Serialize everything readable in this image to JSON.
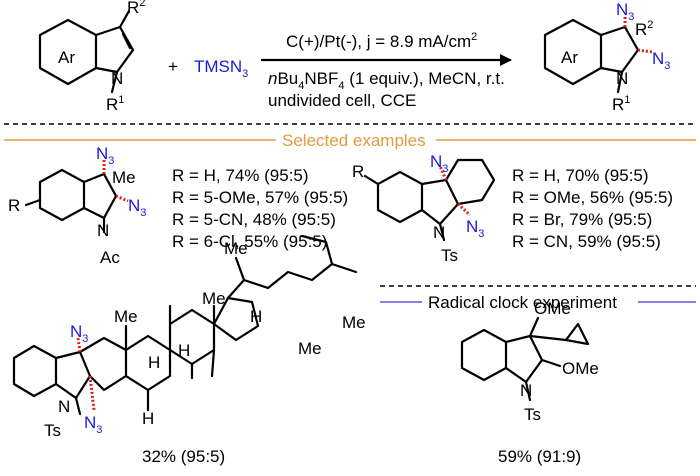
{
  "colors": {
    "azide": "#1a1ad6",
    "examples_banner": "#e69a3c",
    "radical_clock_rule": "#5a5ad6",
    "text": "#000000",
    "stereo_hash": "#e0201b"
  },
  "reaction": {
    "substrate": {
      "ring": "Ar",
      "sub_top": "R",
      "sub_top_sup": "2",
      "nitrogen": "N",
      "sub_n": "R",
      "sub_n_sup": "1"
    },
    "plus": "+",
    "reagent": "TMSN",
    "reagent_sub": "3",
    "conditions_line1": "C(+)/Pt(-), j = 8.9 mA/cm",
    "conditions_line1_sup": "2",
    "conditions_line2_italic": "n",
    "conditions_line2_a": "Bu",
    "conditions_line2_sub1": "4",
    "conditions_line2_b": "NBF",
    "conditions_line2_sub2": "4",
    "conditions_line2_c": " (1 equiv.), MeCN, r.t.",
    "conditions_line3": "undivided cell, CCE",
    "product": {
      "ring": "Ar",
      "azide_top": "N",
      "azide_top_sub": "3",
      "sub_top": "R",
      "sub_top_sup": "2",
      "azide_right": "N",
      "azide_right_sub": "3",
      "nitrogen": "N",
      "sub_n": "R",
      "sub_n_sup": "1"
    }
  },
  "examples_header": "Selected examples",
  "example1": {
    "substituent": "R",
    "azide_top": "N",
    "azide_top_sub": "3",
    "methyl": "Me",
    "azide_right": "N",
    "azide_right_sub": "3",
    "nitrogen": "N",
    "protecting_group": "Ac",
    "results": [
      "R = H, 74% (95:5)",
      "R = 5-OMe, 57% (95:5)",
      "R = 5-CN, 48% (95:5)",
      "R = 6-Cl, 55% (95:5)"
    ]
  },
  "example2": {
    "substituent": "R",
    "azide_top": "N",
    "azide_top_sub": "3",
    "azide_bottom": "N",
    "azide_bottom_sub": "3",
    "nitrogen": "N",
    "protecting_group": "Ts",
    "results": [
      "R = H, 70% (95:5)",
      "R = OMe, 56% (95:5)",
      "R = Br, 79% (95:5)",
      "R = CN, 59% (95:5)"
    ]
  },
  "steroid": {
    "azide_top": "N",
    "azide_top_sub": "3",
    "azide_bottom": "N",
    "azide_bottom_sub": "3",
    "nitrogen": "N",
    "protecting_group": "Ts",
    "me_a": "Me",
    "me_b": "Me",
    "me_c": "Me",
    "me_d": "Me",
    "me_e": "Me",
    "h_a": "H",
    "h_b": "H",
    "h_c": "H",
    "h_d": "H",
    "yield": "32% (95:5)"
  },
  "radical_clock": {
    "title": "Radical clock experiment",
    "ome_top": "OMe",
    "ome_right": "OMe",
    "nitrogen": "N",
    "protecting_group": "Ts",
    "yield": "59% (91:9)"
  }
}
